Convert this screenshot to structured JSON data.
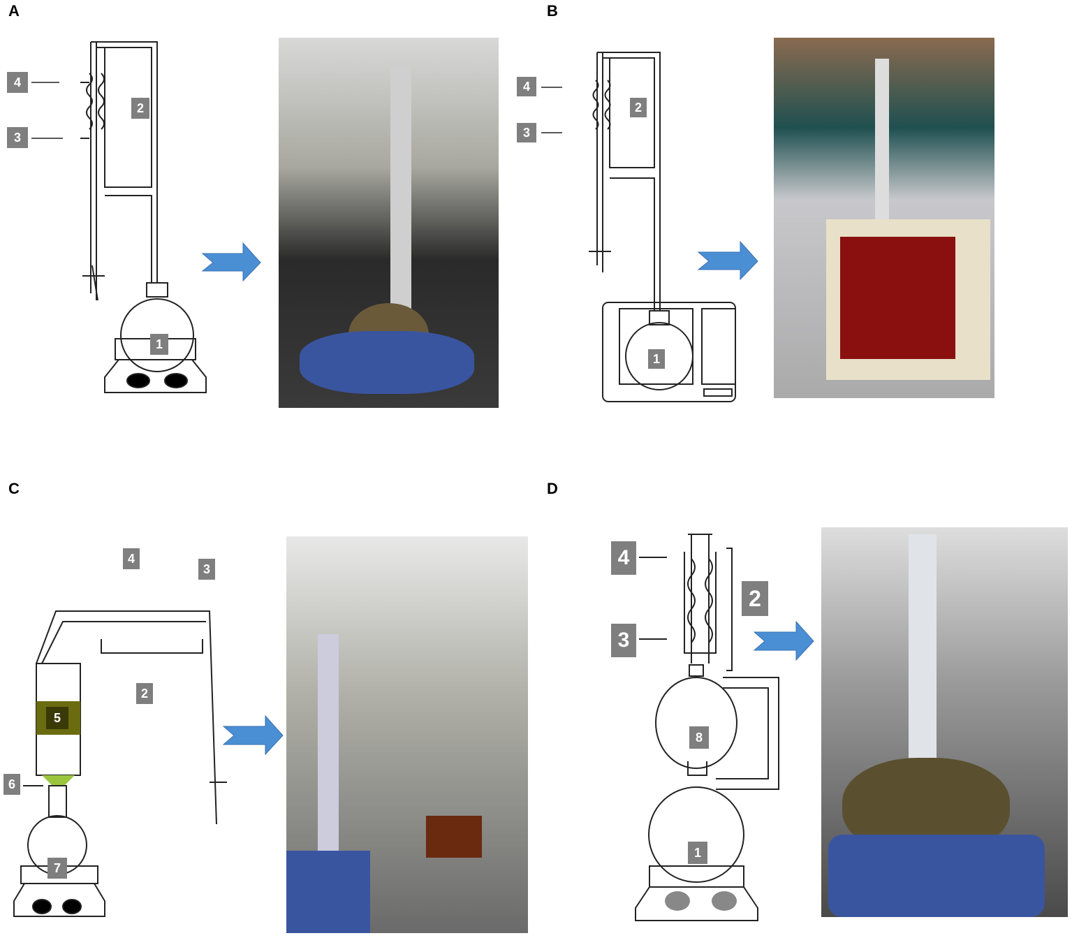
{
  "panels": [
    {
      "label": "A",
      "numbers": {
        "n4": "4",
        "n3": "3",
        "n2": "2",
        "n1": "1"
      }
    },
    {
      "label": "B",
      "numbers": {
        "n4": "4",
        "n3": "3",
        "n2": "2",
        "n1": "1"
      }
    },
    {
      "label": "C",
      "numbers": {
        "n4": "4",
        "n3": "3",
        "n2": "2",
        "n5": "5",
        "n6": "6",
        "n7": "7"
      }
    },
    {
      "label": "D",
      "numbers": {
        "n4": "4",
        "n3": "3",
        "n2": "2",
        "n8": "8",
        "n1": "1"
      }
    }
  ],
  "colors": {
    "arrow": "#4a8fd4",
    "label_box": "#7f7f7f",
    "olive": "#6b6b10",
    "heater_blue": "#3a55a0"
  }
}
